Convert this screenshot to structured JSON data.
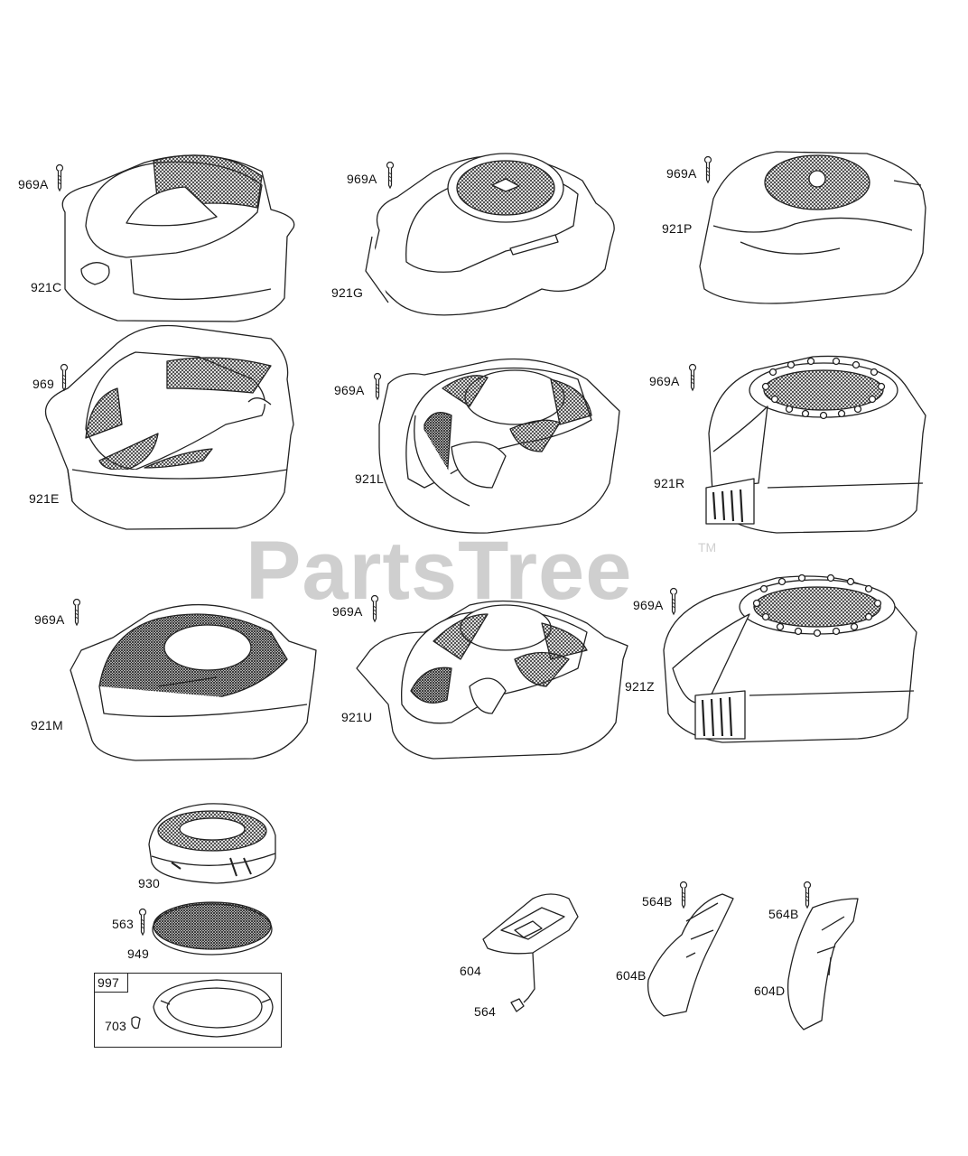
{
  "watermark": {
    "text": "PartsTree",
    "trademark": "TM"
  },
  "callouts": {
    "c969A_1": "969A",
    "c921C": "921C",
    "c969A_2": "969A",
    "c921G": "921G",
    "c969A_3": "969A",
    "c921P": "921P",
    "c969": "969",
    "c921E": "921E",
    "c969A_4": "969A",
    "c921L": "921L",
    "c969A_5": "969A",
    "c921R": "921R",
    "c969A_6": "969A",
    "c921M": "921M",
    "c969A_7": "969A",
    "c921U": "921U",
    "c969A_8": "969A",
    "c921Z": "921Z",
    "c930": "930",
    "c563": "563",
    "c949": "949",
    "c997": "997",
    "c703": "703",
    "c604": "604",
    "c564": "564",
    "c564B_1": "564B",
    "c604B": "604B",
    "c564B_2": "564B",
    "c604D": "604D"
  }
}
